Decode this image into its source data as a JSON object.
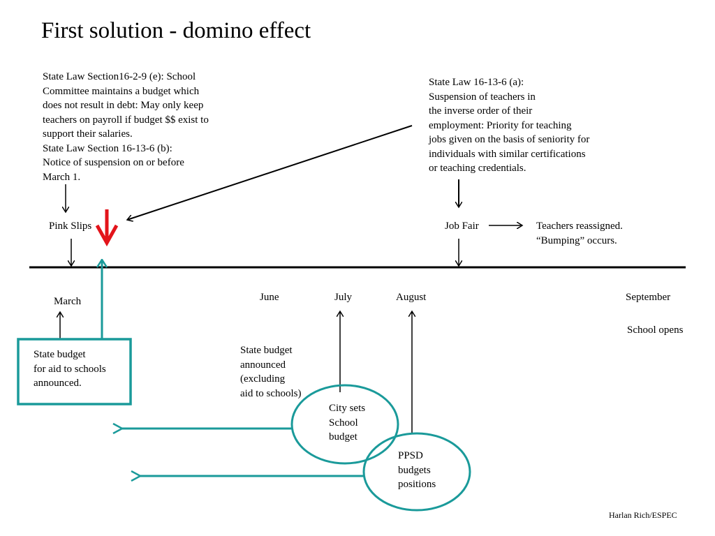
{
  "title": "First solution - domino effect",
  "law_left": "State Law Section16-2-9 (e): School\nCommittee maintains a budget which\ndoes not result in debt: May only keep\nteachers on payroll if budget $$ exist to\nsupport their salaries.\nState Law Section 16-13-6 (b):\nNotice of suspension on or before\nMarch 1.",
  "law_right": "State Law 16-13-6 (a):\nSuspension of teachers in\nthe inverse order of their\nemployment: Priority for teaching\njobs given on the basis of seniority for\nindividuals with similar certifications\nor teaching credentials.",
  "events": {
    "pink_slips": "Pink Slips",
    "job_fair": "Job Fair",
    "reassigned": "Teachers reassigned.\n“Bumping” occurs."
  },
  "months": {
    "march": "March",
    "june": "June",
    "july": "July",
    "august": "August",
    "september": "September"
  },
  "school_opens": "School opens",
  "state_budget_aid": "State budget\nfor aid to schools\nannounced.",
  "state_budget_general": "State budget\nannounced\n(excluding\naid to schools)",
  "city_budget": "City sets\nSchool\n budget",
  "ppsd_budget": "PPSD\nbudgets\npositions",
  "credit": "Harlan Rich/ESPEC",
  "colors": {
    "teal": "#1a9a9a",
    "red": "#e3141b",
    "black": "#000000"
  }
}
